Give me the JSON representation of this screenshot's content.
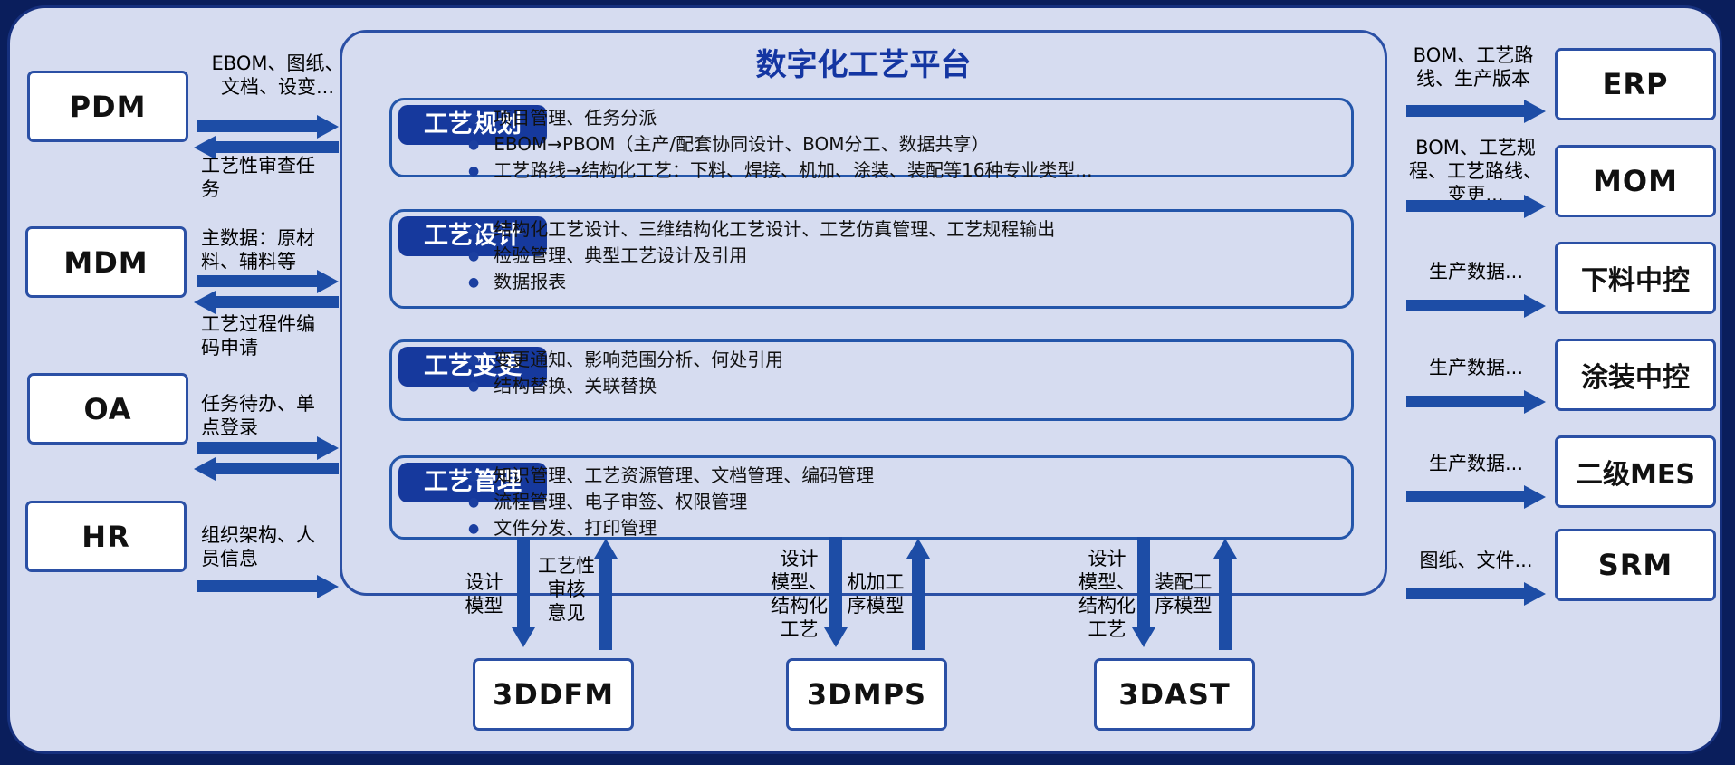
{
  "title": "数字化工艺平台",
  "colors": {
    "canvas_bg": "#0a1e5c",
    "panel_bg": "#d6dcf0",
    "box_border": "#2b50a5",
    "section_header_bg": "#16399d",
    "arrow": "#1d4da6",
    "title_color": "#1436a2"
  },
  "platform": {
    "sections": [
      {
        "label": "工艺规划",
        "bullets": [
          "项目管理、任务分派",
          "EBOM→PBOM（主产/配套协同设计、BOM分工、数据共享）",
          "工艺路线→结构化工艺：下料、焊接、机加、涂装、装配等16种专业类型..."
        ]
      },
      {
        "label": "工艺设计",
        "bullets": [
          "结构化工艺设计、三维结构化工艺设计、工艺仿真管理、工艺规程输出",
          "检验管理、典型工艺设计及引用",
          "数据报表"
        ]
      },
      {
        "label": "工艺变更",
        "bullets": [
          "变更通知、影响范围分析、何处引用",
          "结构替换、关联替换"
        ]
      },
      {
        "label": "工艺管理",
        "bullets": [
          "知识管理、工艺资源管理、文档管理、编码管理",
          "流程管理、电子审签、权限管理",
          "文件分发、打印管理"
        ]
      }
    ]
  },
  "left_systems": [
    {
      "name": "PDM",
      "out_label": "EBOM、图纸、\n文档、设变...",
      "in_label": "工艺性审查任\n务"
    },
    {
      "name": "MDM",
      "out_label": "主数据：原材\n料、辅料等",
      "in_label": "工艺过程件编\n码申请"
    },
    {
      "name": "OA",
      "out_label": "任务待办、单\n点登录"
    },
    {
      "name": "HR",
      "out_label": "组织架构、人\n员信息"
    }
  ],
  "right_systems": [
    {
      "name": "ERP",
      "label": "BOM、工艺路\n线、生产版本"
    },
    {
      "name": "MOM",
      "label": "BOM、工艺规\n程、工艺路线、\n变更..."
    },
    {
      "name": "下料中控",
      "label": "生产数据..."
    },
    {
      "name": "涂装中控",
      "label": "生产数据..."
    },
    {
      "name": "二级MES",
      "label": "生产数据..."
    },
    {
      "name": "SRM",
      "label": "图纸、文件..."
    }
  ],
  "bottom_systems": [
    {
      "name": "3DDFM",
      "down_label": "设计\n模型",
      "up_label": "工艺性\n审核\n意见"
    },
    {
      "name": "3DMPS",
      "down_label": "设计\n模型、\n结构化\n工艺",
      "up_label": "机加工\n序模型"
    },
    {
      "name": "3DAST",
      "down_label": "设计\n模型、\n结构化\n工艺",
      "up_label": "装配工\n序模型"
    }
  ]
}
